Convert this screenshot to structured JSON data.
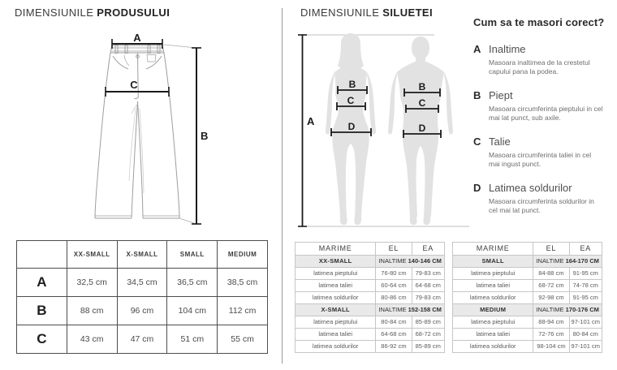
{
  "left": {
    "title": {
      "normal": "DIMENSIUNILE",
      "bold": "PRODUSULUI"
    },
    "figure": {
      "labels": {
        "a": "A",
        "b": "B",
        "c": "C"
      }
    },
    "product_table": {
      "columns": [
        "XX-SMALL",
        "X-SMALL",
        "SMALL",
        "MEDIUM"
      ],
      "rows": [
        {
          "label": "A",
          "values": [
            "32,5 cm",
            "34,5 cm",
            "36,5 cm",
            "38,5 cm"
          ]
        },
        {
          "label": "B",
          "values": [
            "88 cm",
            "96 cm",
            "104 cm",
            "112 cm"
          ]
        },
        {
          "label": "C",
          "values": [
            "43 cm",
            "47 cm",
            "51 cm",
            "55 cm"
          ]
        }
      ]
    }
  },
  "right": {
    "title": {
      "normal": "DIMENSIUNILE",
      "bold": "SILUETEI"
    },
    "figure": {
      "labels": {
        "a": "A",
        "b": "B",
        "c": "C",
        "d": "D"
      }
    },
    "guide": {
      "heading": "Cum sa te masori corect?",
      "items": [
        {
          "letter": "A",
          "term": "Inaltime",
          "desc": "Masoara inaltimea de la crestetul capului pana la podea."
        },
        {
          "letter": "B",
          "term": "Piept",
          "desc": "Masoara circumferinta pieptului in cel mai lat punct, sub axile."
        },
        {
          "letter": "C",
          "term": "Talie",
          "desc": "Masoara circumferinta taliei in cel mai ingust punct."
        },
        {
          "letter": "D",
          "term": "Latimea soldurilor",
          "desc": "Masoara circumferinta soldurilor in cel mai lat punct."
        }
      ]
    },
    "size_tables": [
      {
        "headers": [
          "MARIME",
          "EL",
          "EA"
        ],
        "groups": [
          {
            "size": "XX-SMALL",
            "height_label": "INALTIME",
            "height_value": "140-146 CM",
            "rows": [
              {
                "label": "latimea pieptului",
                "el": "76-80 cm",
                "ea": "79-83 cm"
              },
              {
                "label": "latimea taliei",
                "el": "60-64 cm",
                "ea": "64-68 cm"
              },
              {
                "label": "latimea soldurilor",
                "el": "80-86 cm",
                "ea": "79-83 cm"
              }
            ]
          },
          {
            "size": "X-SMALL",
            "height_label": "INALTIME",
            "height_value": "152-158 CM",
            "rows": [
              {
                "label": "latimea pieptului",
                "el": "80-84 cm",
                "ea": "85-89 cm"
              },
              {
                "label": "latimea taliei",
                "el": "64-68 cm",
                "ea": "68-72 cm"
              },
              {
                "label": "latimea soldurilor",
                "el": "86-92 cm",
                "ea": "85-89 cm"
              }
            ]
          }
        ]
      },
      {
        "headers": [
          "MARIME",
          "EL",
          "EA"
        ],
        "groups": [
          {
            "size": "SMALL",
            "height_label": "INALTIME",
            "height_value": "164-170 CM",
            "rows": [
              {
                "label": "latimea pieptului",
                "el": "84-88 cm",
                "ea": "91-95 cm"
              },
              {
                "label": "latimea taliei",
                "el": "68-72 cm",
                "ea": "74-78 cm"
              },
              {
                "label": "latimea soldurilor",
                "el": "92-98 cm",
                "ea": "91-95 cm"
              }
            ]
          },
          {
            "size": "MEDIUM",
            "height_label": "INALTIME",
            "height_value": "170-176 CM",
            "rows": [
              {
                "label": "latimea pieptului",
                "el": "88-94 cm",
                "ea": "97-101 cm"
              },
              {
                "label": "latimea taliei",
                "el": "72-76 cm",
                "ea": "80-84 cm"
              },
              {
                "label": "latimea soldurilor",
                "el": "98-104 cm",
                "ea": "97-101 cm"
              }
            ]
          }
        ]
      }
    ]
  },
  "colors": {
    "silhouette_fill": "#e2e2e2",
    "dimension_line": "#1a1a1a",
    "sketch_outline": "#9e9e9e",
    "table_border_dark": "#4d4d4d",
    "table_border_light": "#c6c6c6",
    "group_row_bg": "#e9e9e9",
    "divider": "#9b9b9b"
  }
}
